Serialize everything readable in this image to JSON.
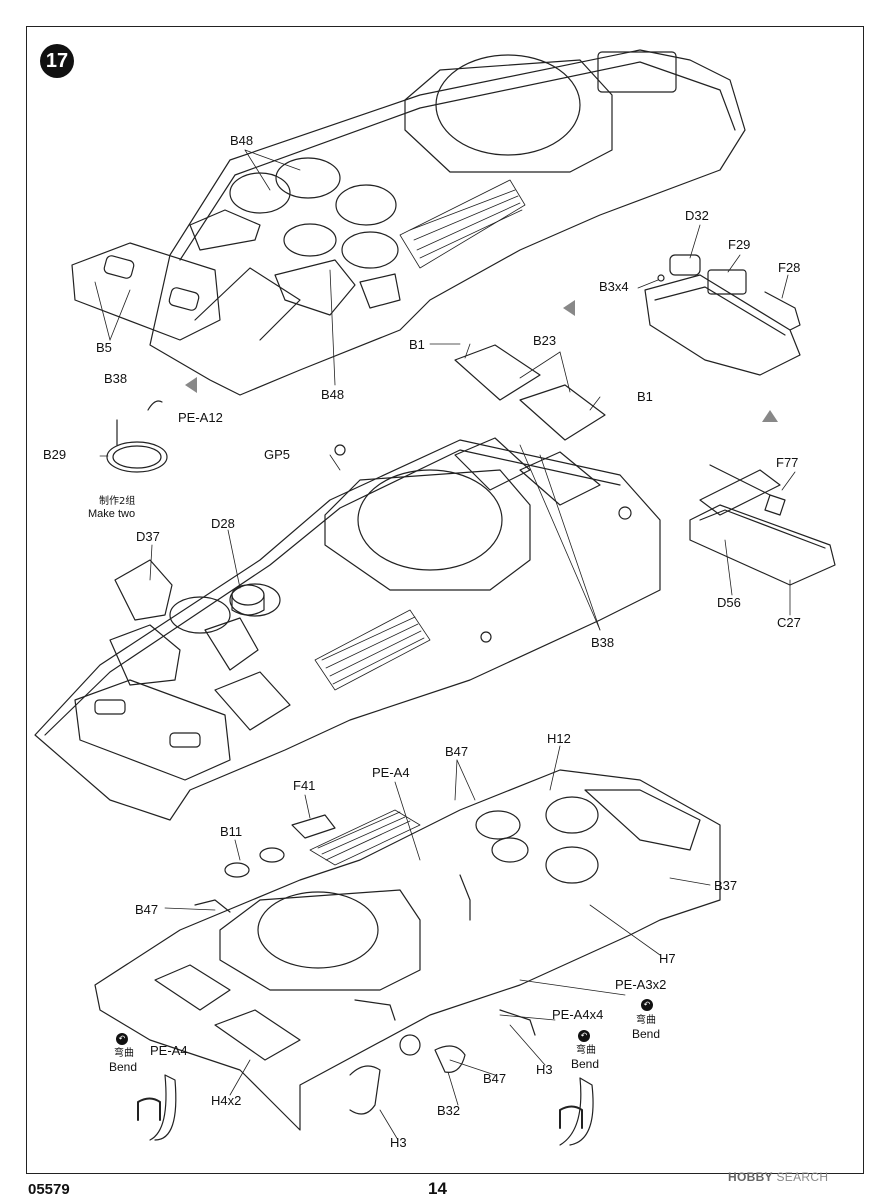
{
  "step": "17",
  "labels": {
    "b48_top": "B48",
    "b5": "B5",
    "b48_mid": "B48",
    "b38_left": "B38",
    "pe_a12": "PE-A12",
    "b29": "B29",
    "make_two_cn": "制作2组",
    "make_two_en": "Make two",
    "b1_left": "B1",
    "b23": "B23",
    "b1_right": "B1",
    "gp5": "GP5",
    "d32": "D32",
    "f29": "F29",
    "b3x4": "B3x4",
    "f28": "F28",
    "f77": "F77",
    "d56": "D56",
    "c27": "C27",
    "d37": "D37",
    "d28": "D28",
    "b38_right": "B38",
    "b47_top": "B47",
    "h12": "H12",
    "pe_a4_top": "PE-A4",
    "f41": "F41",
    "b11": "B11",
    "b37": "B37",
    "b47_left": "B47",
    "h7": "H7",
    "pe_a3x2": "PE-A3x2",
    "pe_a4x4": "PE-A4x4",
    "bend_cn_1": "弯曲",
    "bend_en_1": "Bend",
    "bend_cn_2": "弯曲",
    "bend_en_2": "Bend",
    "bend_cn_3": "弯曲",
    "bend_en_3": "Bend",
    "pe_a4_bottom": "PE-A4",
    "h4x2": "H4x2",
    "b47_bottom": "B47",
    "h3_right": "H3",
    "b32": "B32",
    "h3_bottom": "H3"
  },
  "footer": {
    "code": "05579",
    "page": "14"
  },
  "watermark": {
    "brand": "HOBBY",
    "text": "SEARCH"
  }
}
